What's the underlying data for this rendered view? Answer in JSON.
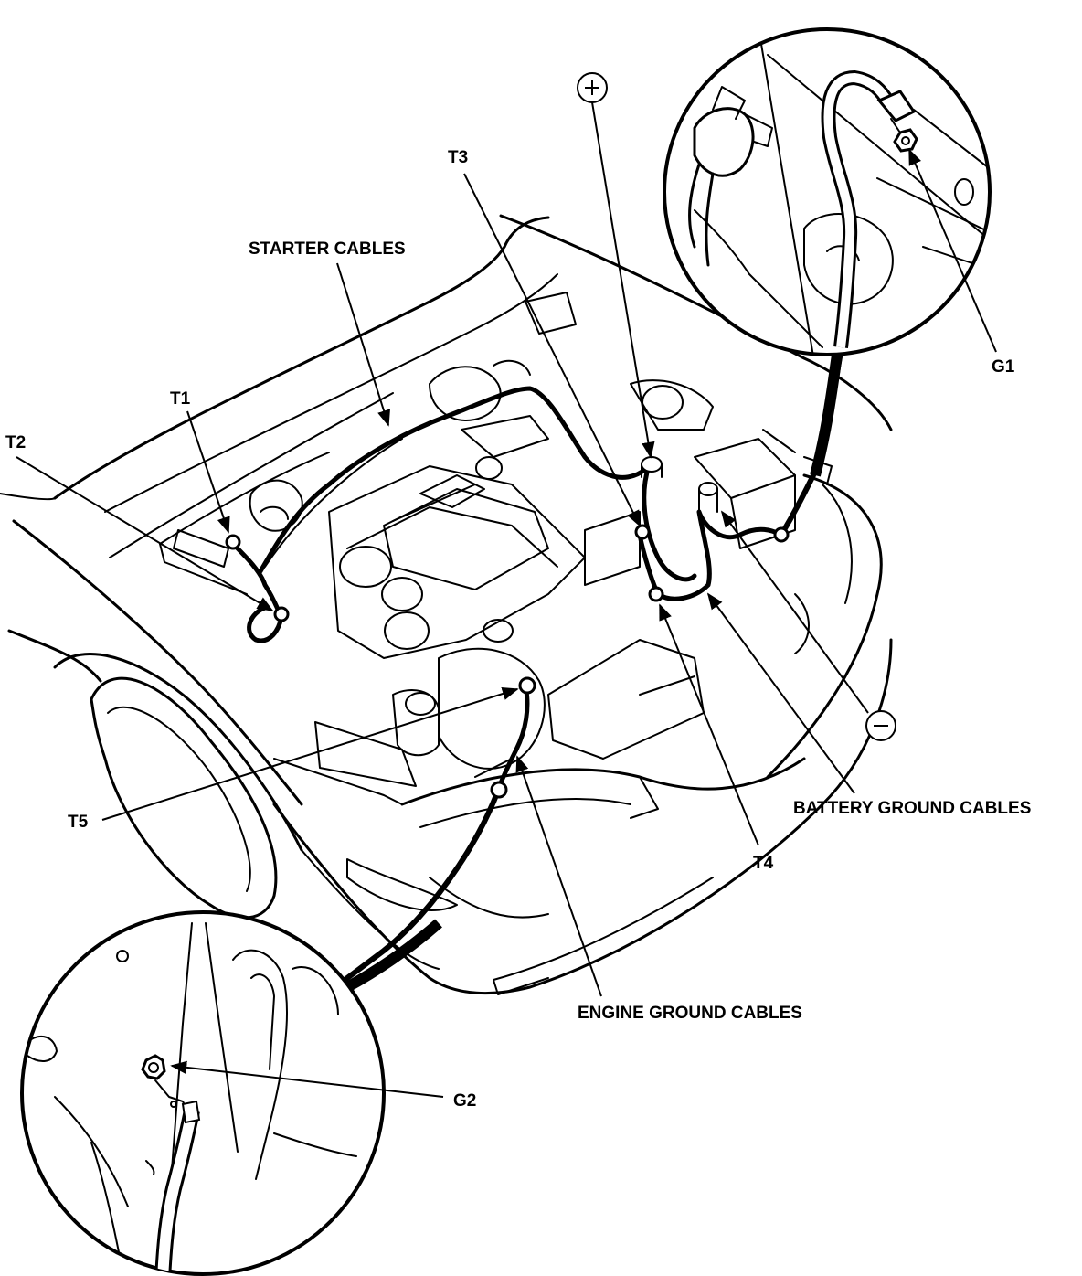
{
  "labels": {
    "starter_cables": "STARTER CABLES",
    "t1": "T1",
    "t2": "T2",
    "t3": "T3",
    "t4": "T4",
    "t5": "T5",
    "g1": "G1",
    "g2": "G2",
    "battery_ground_cables": "BATTERY GROUND CABLES",
    "engine_ground_cables": "ENGINE GROUND CABLES",
    "positive_symbol": "+",
    "negative_symbol": "−"
  },
  "colors": {
    "line": "#000000",
    "background": "#ffffff"
  }
}
